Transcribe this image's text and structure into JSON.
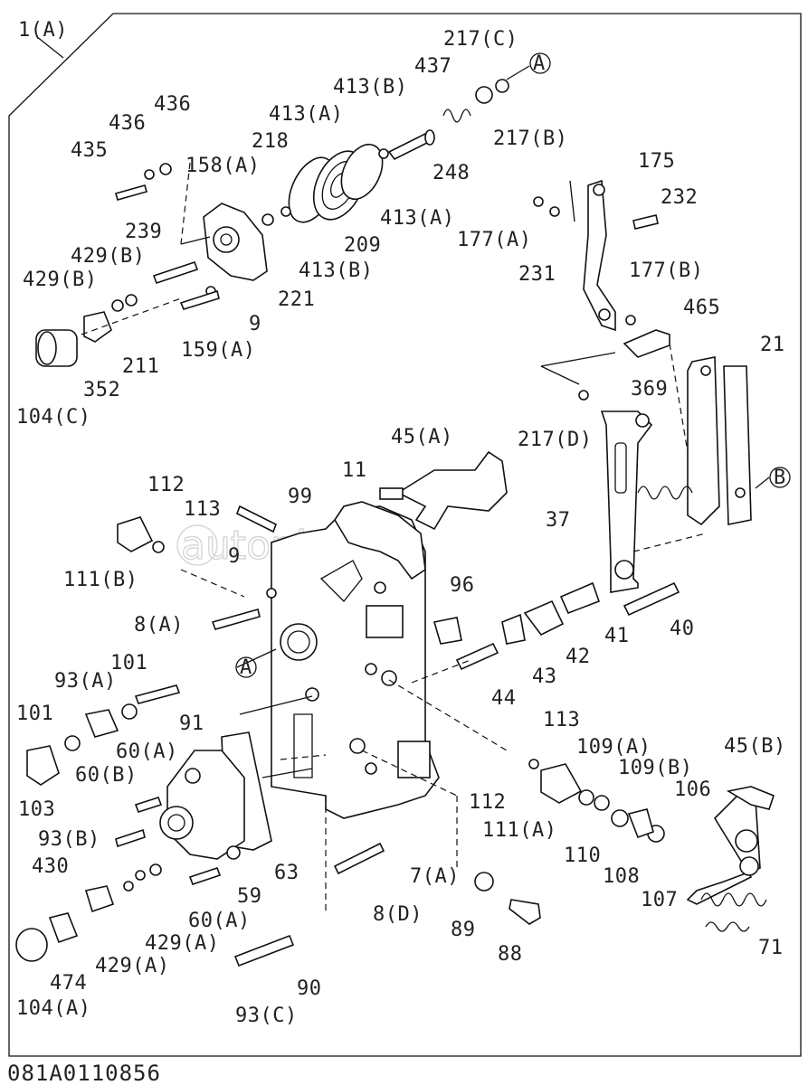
{
  "drawing": {
    "code": "081A0110856",
    "watermark": "autopiter.ru",
    "assembly_label": "1(A)"
  },
  "callouts": [
    "217(C)",
    "A",
    "437",
    "413(B)",
    "413(A)",
    "436",
    "436",
    "435",
    "158(A)",
    "218",
    "248",
    "175",
    "232",
    "239",
    "209",
    "413(A)",
    "177(A)",
    "231",
    "429(B)",
    "429(B)",
    "413(B)",
    "221",
    "9",
    "211",
    "159(A)",
    "352",
    "104(C)",
    "177(B)",
    "465",
    "21",
    "369",
    "217(D)",
    "45(A)",
    "112",
    "113",
    "11",
    "99",
    "B",
    "111(B)",
    "9",
    "37",
    "96",
    "8(A)",
    "A",
    "41",
    "40",
    "42",
    "43",
    "101",
    "93(A)",
    "44",
    "91",
    "101",
    "113",
    "60(A)",
    "60(B)",
    "109(A)",
    "109(B)",
    "45(B)",
    "103",
    "112",
    "106",
    "111(A)",
    "110",
    "108",
    "107",
    "93(B)",
    "63",
    "7(A)",
    "430",
    "59",
    "60(A)",
    "8(D)",
    "89",
    "429(A)",
    "71",
    "474",
    "429(A)",
    "88",
    "90",
    "104(A)",
    "93(C)",
    "217(B)"
  ]
}
